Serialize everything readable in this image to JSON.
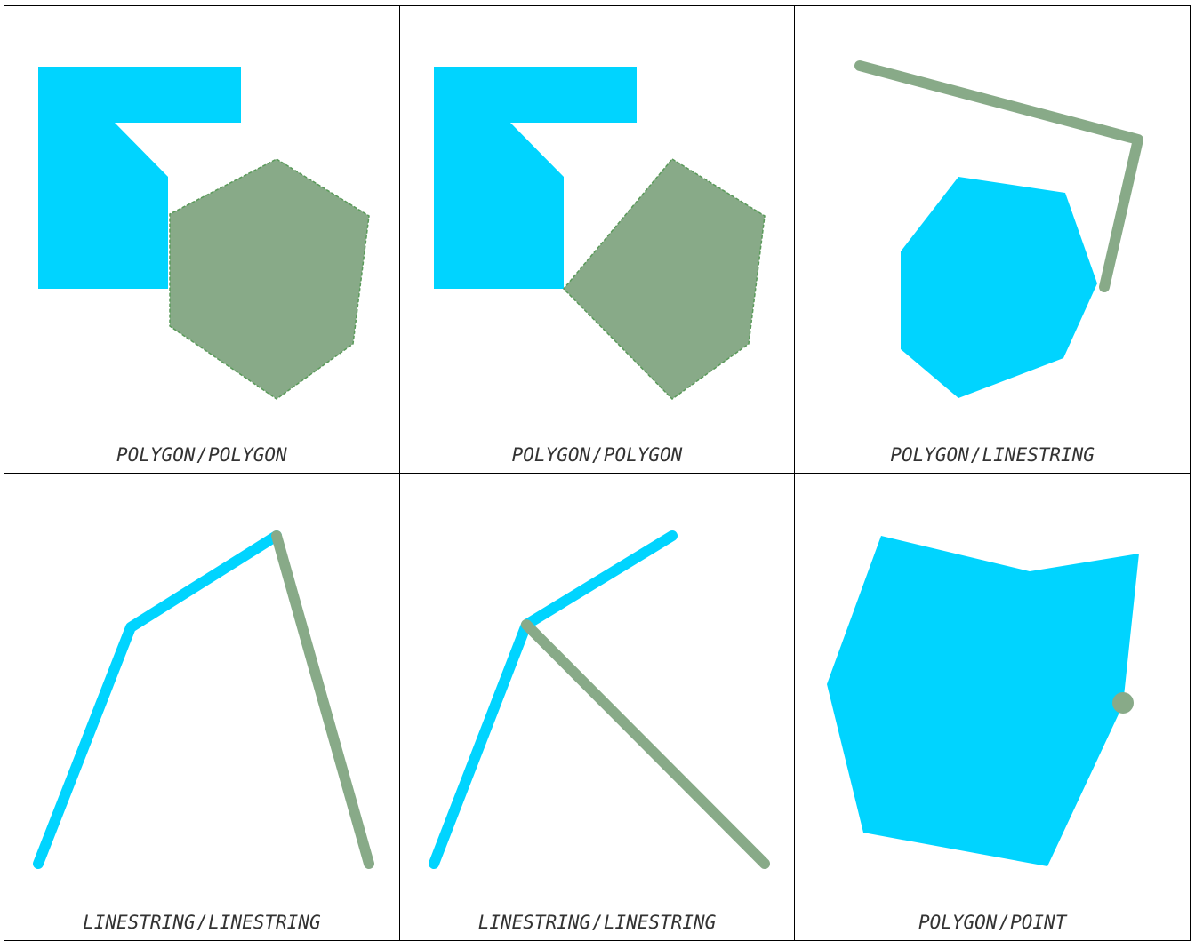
{
  "colors": {
    "primary_geometry": "#00d4ff",
    "secondary_geometry": "#88aa88",
    "secondary_outline": "#5a9a5a",
    "border": "#000000"
  },
  "cells": [
    {
      "left": "POLYGON",
      "separator": "/",
      "right": "POLYGON"
    },
    {
      "left": "POLYGON",
      "separator": "/",
      "right": "POLYGON"
    },
    {
      "left": "POLYGON",
      "separator": "/",
      "right": "LINESTRING"
    },
    {
      "left": "LINESTRING",
      "separator": "/",
      "right": "LINESTRING"
    },
    {
      "left": "LINESTRING",
      "separator": "/",
      "right": "LINESTRING"
    },
    {
      "left": "POLYGON",
      "separator": "/",
      "right": "POINT"
    }
  ]
}
